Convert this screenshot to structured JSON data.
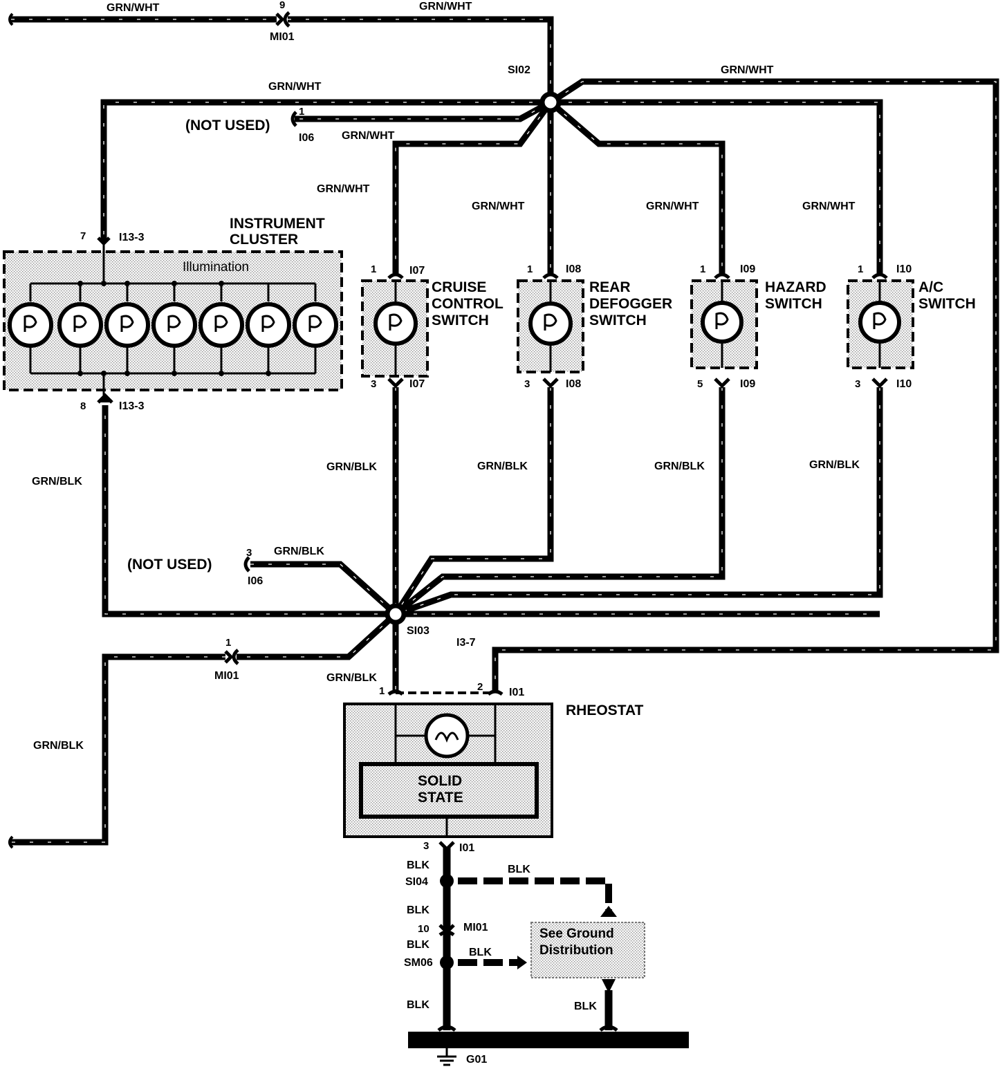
{
  "wire_colors": {
    "grn_wht": "GRN/WHT",
    "grn_blk": "GRN/BLK",
    "blk": "BLK"
  },
  "splices": {
    "si02": "SI02",
    "si03": "SI03",
    "si04": "SI04",
    "sm06": "SM06"
  },
  "connectors": {
    "mi01": "MI01",
    "i06": "I06",
    "i07": "I07",
    "i08": "I08",
    "i09": "I09",
    "i10": "I10",
    "i13_3": "I13-3",
    "i01": "I01",
    "i3_7": "I3-7"
  },
  "not_used": "(NOT USED)",
  "ground": "G01",
  "pins": {
    "mi01_top": "9",
    "i06_top": "1",
    "i06_bottom": "3",
    "mi01_mid": "1",
    "cluster_in": "7",
    "cluster_out": "8",
    "sw_in": "1",
    "sw_out": "3",
    "hazard_out": "5",
    "rheo_1": "1",
    "rheo_2": "2",
    "rheo_3": "3",
    "mi01_low": "10"
  },
  "components": {
    "instrument_cluster": {
      "line1": "INSTRUMENT",
      "line2": "CLUSTER",
      "inner": "Illumination"
    },
    "cruise_control_switch": {
      "line1": "CRUISE",
      "line2": "CONTROL",
      "line3": "SWITCH"
    },
    "rear_defogger_switch": {
      "line1": "REAR",
      "line2": "DEFOGGER",
      "line3": "SWITCH"
    },
    "hazard_switch": {
      "line1": "HAZARD",
      "line2": "SWITCH"
    },
    "ac_switch": {
      "line1": "A/C",
      "line2": "SWITCH"
    },
    "rheostat": {
      "title": "RHEOSTAT",
      "inner_line1": "SOLID",
      "inner_line2": "STATE"
    },
    "ground_note": {
      "line1": "See Ground",
      "line2": "Distribution"
    }
  }
}
